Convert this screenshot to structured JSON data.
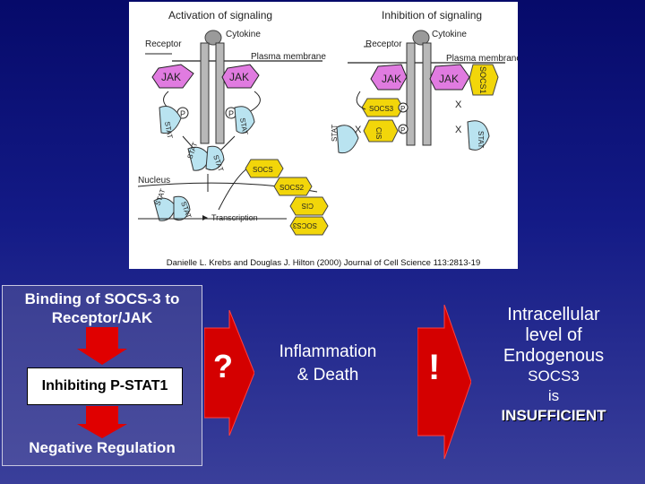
{
  "figure": {
    "left_title": "Activation of signaling",
    "right_title": "Inhibition of signaling",
    "cytokine_left": "Cytokine",
    "cytokine_right": "Cytokine",
    "receptor_left": "Receptor",
    "receptor_right": "Receptor",
    "membrane_left": "Plasma membrane",
    "membrane_right": "Plasma membrane",
    "jak": "JAK",
    "socs": "SOCS",
    "socs1": "SOCS1",
    "socs2": "SOCS2",
    "socs3": "SOCS3",
    "cis": "CIS",
    "stat": "STAT",
    "p": "P",
    "x": "X",
    "nucleus": "Nucleus",
    "transcription": "Transcription",
    "caption": "Danielle L. Krebs and Douglas J. Hilton (2000) Journal of Cell Science 113:2813-19"
  },
  "left_panel": {
    "binding_line1": "Binding of SOCS-3 to",
    "binding_line2": "Receptor/JAK",
    "inhibiting": "Inhibiting P-STAT1",
    "negative": "Negative Regulation"
  },
  "middle": {
    "question": "?",
    "inflammation_line1": "Inflammation",
    "inflammation_line2": "& Death",
    "exclamation": "!"
  },
  "right_panel": {
    "line1": "Intracellular",
    "line2": "level of",
    "line3": "Endogenous",
    "line4": "SOCS3",
    "line5": "is",
    "line6": "INSUFFICIENT"
  },
  "colors": {
    "jak": "#e07be0",
    "socs": "#f2d60a",
    "stat": "#b9e3f0",
    "arrow": "#e00000"
  }
}
